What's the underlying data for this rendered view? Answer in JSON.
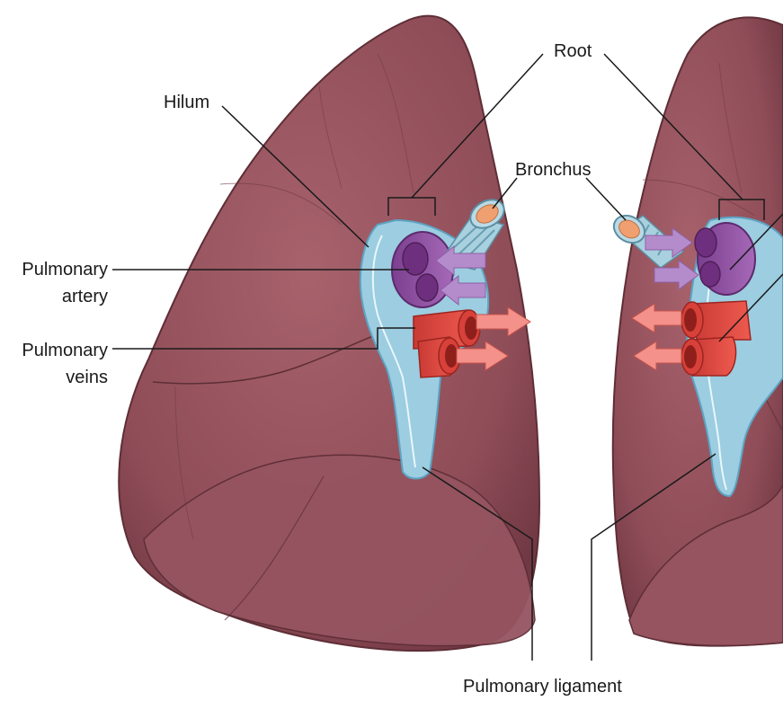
{
  "figure": {
    "labels": {
      "root": "Root",
      "hilum": "Hilum",
      "bronchus": "Bronchus",
      "pulmonary_artery_line1": "Pulmonary",
      "pulmonary_artery_line2": "artery",
      "pulmonary_veins_line1": "Pulmonary",
      "pulmonary_veins_line2": "veins",
      "pulmonary_ligament": "Pulmonary ligament"
    },
    "colors": {
      "lung": "#93525c",
      "lung_dark": "#6e3a43",
      "lung_light": "#b07079",
      "pleura": "#8ec3d8",
      "artery": "#8a4d9c",
      "artery_arrow": "#b58ccb",
      "vein": "#e0473e",
      "vein_arrow": "#f3918a",
      "bronchus": "#9fc7d6",
      "bronchus_lumen": "#f0a070"
    }
  }
}
